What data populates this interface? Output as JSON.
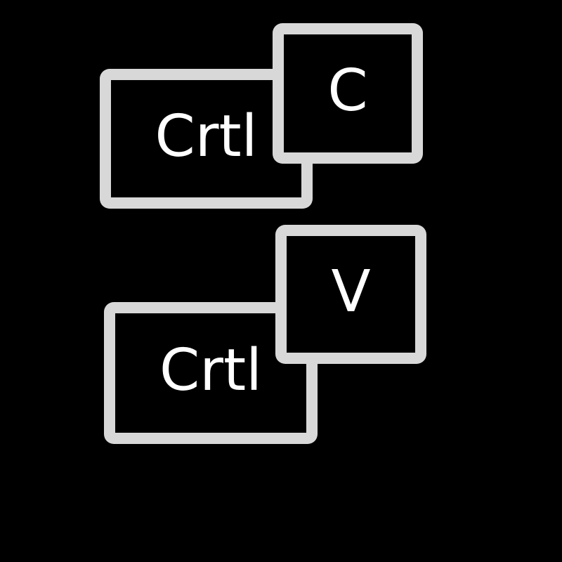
{
  "figure": {
    "background_color": "#000000",
    "key_fill_color": "#000000",
    "key_border_color": "#d8d8d8",
    "key_text_color": "#ffffff"
  },
  "shortcuts": [
    {
      "id": "copy",
      "modifier_label": "Crtl",
      "letter_label": "C"
    },
    {
      "id": "paste",
      "modifier_label": "Crtl",
      "letter_label": "V"
    }
  ]
}
